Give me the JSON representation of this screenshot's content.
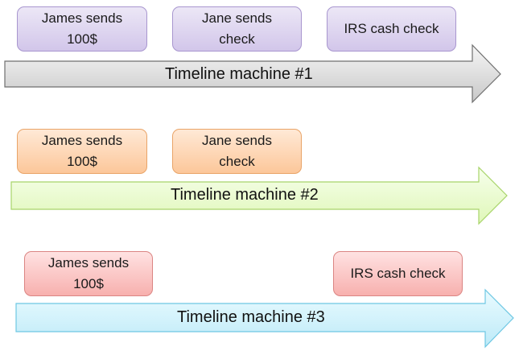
{
  "timelines": [
    {
      "label": "Timeline machine #1",
      "color": "#d9d9d9",
      "events": [
        {
          "text": "James sends\n100$",
          "color": "#d5c9ec"
        },
        {
          "text": "Jane sends\ncheck",
          "color": "#d5c9ec"
        },
        {
          "text": "IRS cash check",
          "color": "#d5c9ec"
        }
      ]
    },
    {
      "label": "Timeline machine #2",
      "color": "#e9fbcd",
      "events": [
        {
          "text": "James sends\n100$",
          "color": "#fdc99f"
        },
        {
          "text": "Jane sends\ncheck",
          "color": "#fdc99f"
        }
      ]
    },
    {
      "label": "Timeline machine #3",
      "color": "#cdf0fb",
      "events": [
        {
          "text": "James sends\n100$",
          "color": "#f8b3b1"
        },
        {
          "text": "IRS cash check",
          "color": "#f8b3b1"
        }
      ]
    }
  ]
}
